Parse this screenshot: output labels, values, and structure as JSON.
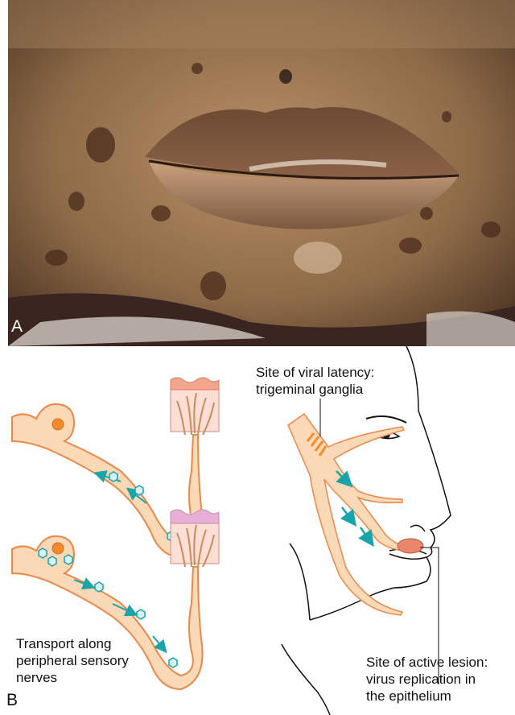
{
  "panels": {
    "a": "A",
    "b": "B"
  },
  "labels": {
    "latency": [
      "Site of viral latency:",
      "trigeminal ganglia"
    ],
    "transport": [
      "Transport along",
      "peripheral sensory",
      "nerves"
    ],
    "lesion": [
      "Site of active lesion:",
      "virus replication in",
      "the epithelium"
    ]
  },
  "colors": {
    "nerve_fill": "#fcd9b6",
    "nerve_stroke": "#e8884a",
    "virus_arrow": "#1aa3a8",
    "cell_nucleus": "#f28a2e",
    "lesion": "#e8876b",
    "skin_top_plain": "#f3a58e",
    "skin_top_infected": "#e6b0d6"
  },
  "icons": [
    "virus-particle-icon",
    "arrow-icon"
  ]
}
